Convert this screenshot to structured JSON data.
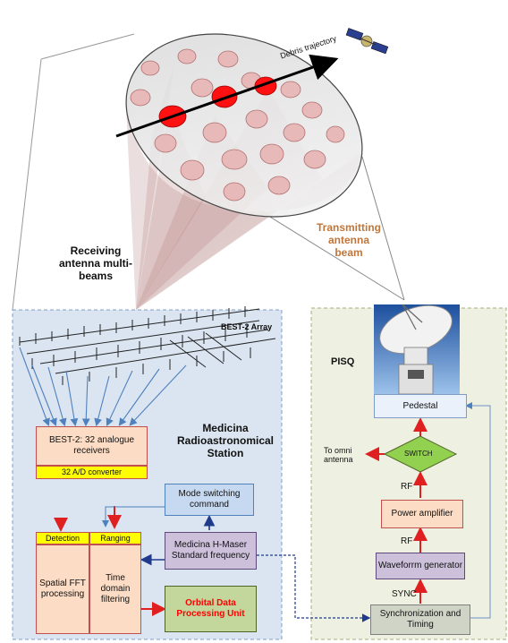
{
  "satellite_label": "Debris trajectory",
  "receiving_label": "Receiving antenna multi-beams",
  "transmitting_label": "Transmitting antenna beam",
  "best2_array_label": "BEST-2 Array",
  "pisq_label": "PISQ",
  "medicina_label": "Medicina Radioastronomical Station",
  "receivers_box": "BEST-2:  32  analogue receivers",
  "ad_converter": "32 A/D converter",
  "mode_switching": "Mode switching command",
  "detection_label": "Detection",
  "ranging_label": "Ranging",
  "spatial_fft": "Spatial FFT processing",
  "time_domain": "Time domain filtering",
  "hmaser": "Medicina H-Maser Standard frequency",
  "orbital_unit": "Orbital Data Processing Unit",
  "pedestal": "Pedestal",
  "switch": "SWITCH",
  "to_omni": "To omni antenna",
  "rf_top": "RF",
  "power_amp": "Power amplifier",
  "rf_mid": "RF",
  "waveform": "Waveforrm generator",
  "sync": "SYNC",
  "synchronization": "Synchronization and Timing",
  "colors": {
    "left_panel": "#dbe5f1",
    "right_panel": "#eef1e2",
    "orange_box": "#fcdcc4",
    "yellow_box": "#ffff00",
    "blue_box": "#c6d9f1",
    "purple_box": "#ccc0da",
    "green_box": "#c3d69b",
    "orbital_text": "#ff0000",
    "transmit_text": "#c0763a",
    "red_arrow": "#e02020",
    "blue_arrow": "#4f81bd",
    "dark_arrow": "#1f3a8a"
  }
}
